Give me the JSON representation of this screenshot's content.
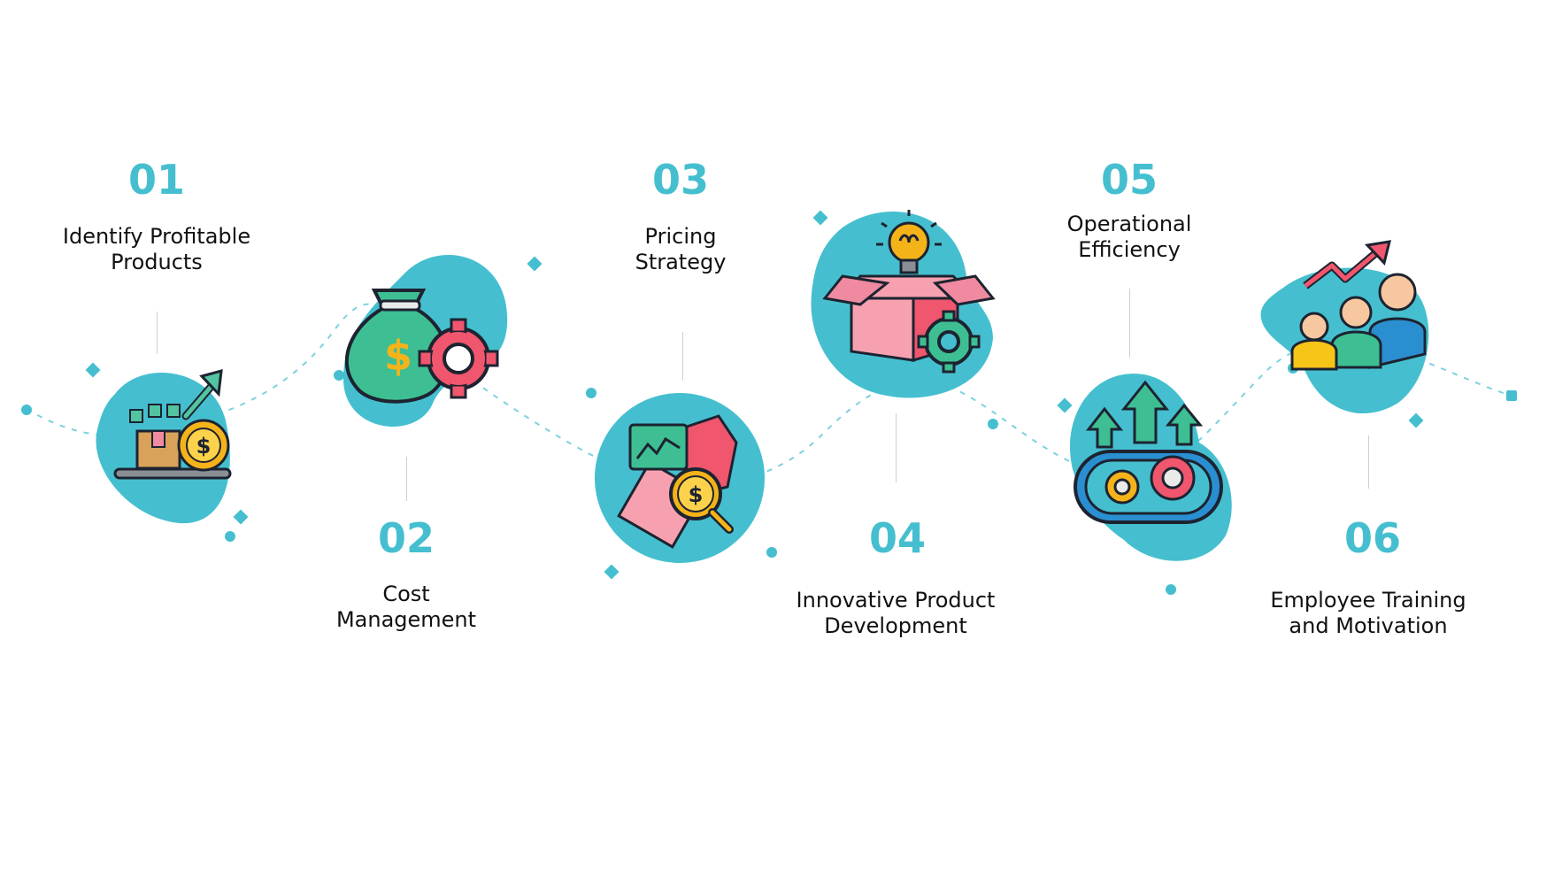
{
  "accent_color": "#45bfcf",
  "steps": [
    {
      "number": "01",
      "line1": "Identify Profitable",
      "line2": "Products",
      "icon": "product-growth-icon"
    },
    {
      "number": "02",
      "line1": "Cost",
      "line2": "Management",
      "icon": "money-bag-gear-icon"
    },
    {
      "number": "03",
      "line1": "Pricing",
      "line2": "Strategy",
      "icon": "pricing-analysis-icon"
    },
    {
      "number": "04",
      "line1": "Innovative Product",
      "line2": "Development",
      "icon": "idea-box-icon"
    },
    {
      "number": "05",
      "line1": "Operational",
      "line2": "Efficiency",
      "icon": "conveyor-gears-icon"
    },
    {
      "number": "06",
      "line1": "Employee Training",
      "line2": "and Motivation",
      "icon": "team-growth-icon"
    }
  ]
}
